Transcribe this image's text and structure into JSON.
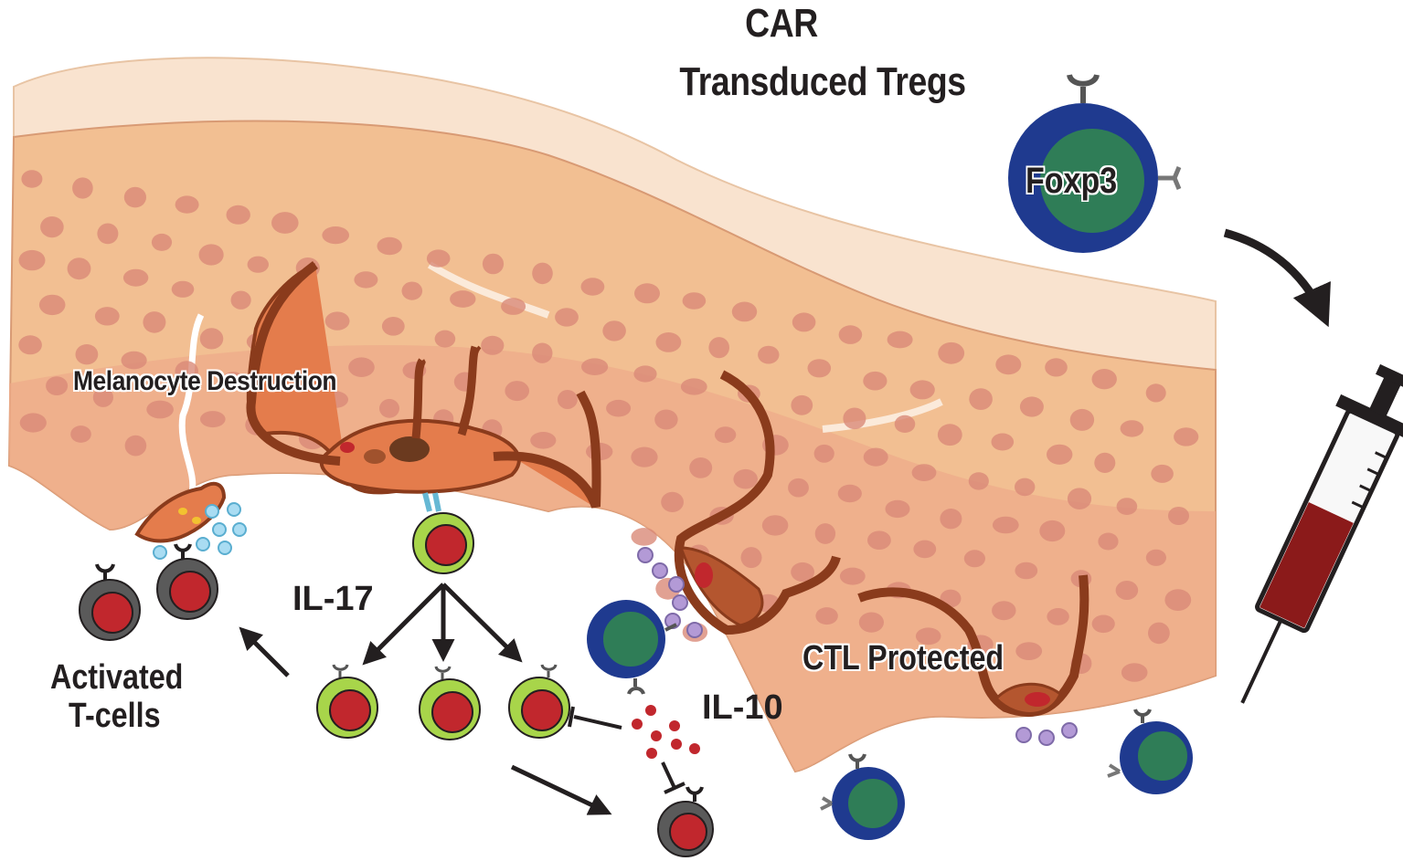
{
  "labels": {
    "title_line1": "CAR",
    "title_line2": "Transduced Tregs",
    "foxp3": "Foxp3",
    "melanocyte_destruction": "Melanocyte Destruction",
    "il17": "IL-17",
    "activated_line1": "Activated",
    "activated_line2": "T-cells",
    "il10": "IL-10",
    "ctl_protected": "CTL Protected"
  },
  "colors": {
    "skin_light": "#f6cfa6",
    "skin_mid": "#f2bf92",
    "skin_deep": "#eeab8a",
    "stratum": "#f9e3cf",
    "nucleus": "#d98a78",
    "melanocyte": "#e47c4c",
    "protected_melanocyte": "#b4562f",
    "treg_outer": "#1f3a8f",
    "treg_inner": "#2f7d57",
    "th17_outer": "#a8d54a",
    "cell_red": "#c1272d",
    "ctl_outer": "#5a5a5a",
    "cytokine_blue": "#a9dcf2",
    "il10_dot": "#c1272d",
    "antigen_purple": "#b39ad6",
    "syringe_blood": "#8b1a1a"
  }
}
